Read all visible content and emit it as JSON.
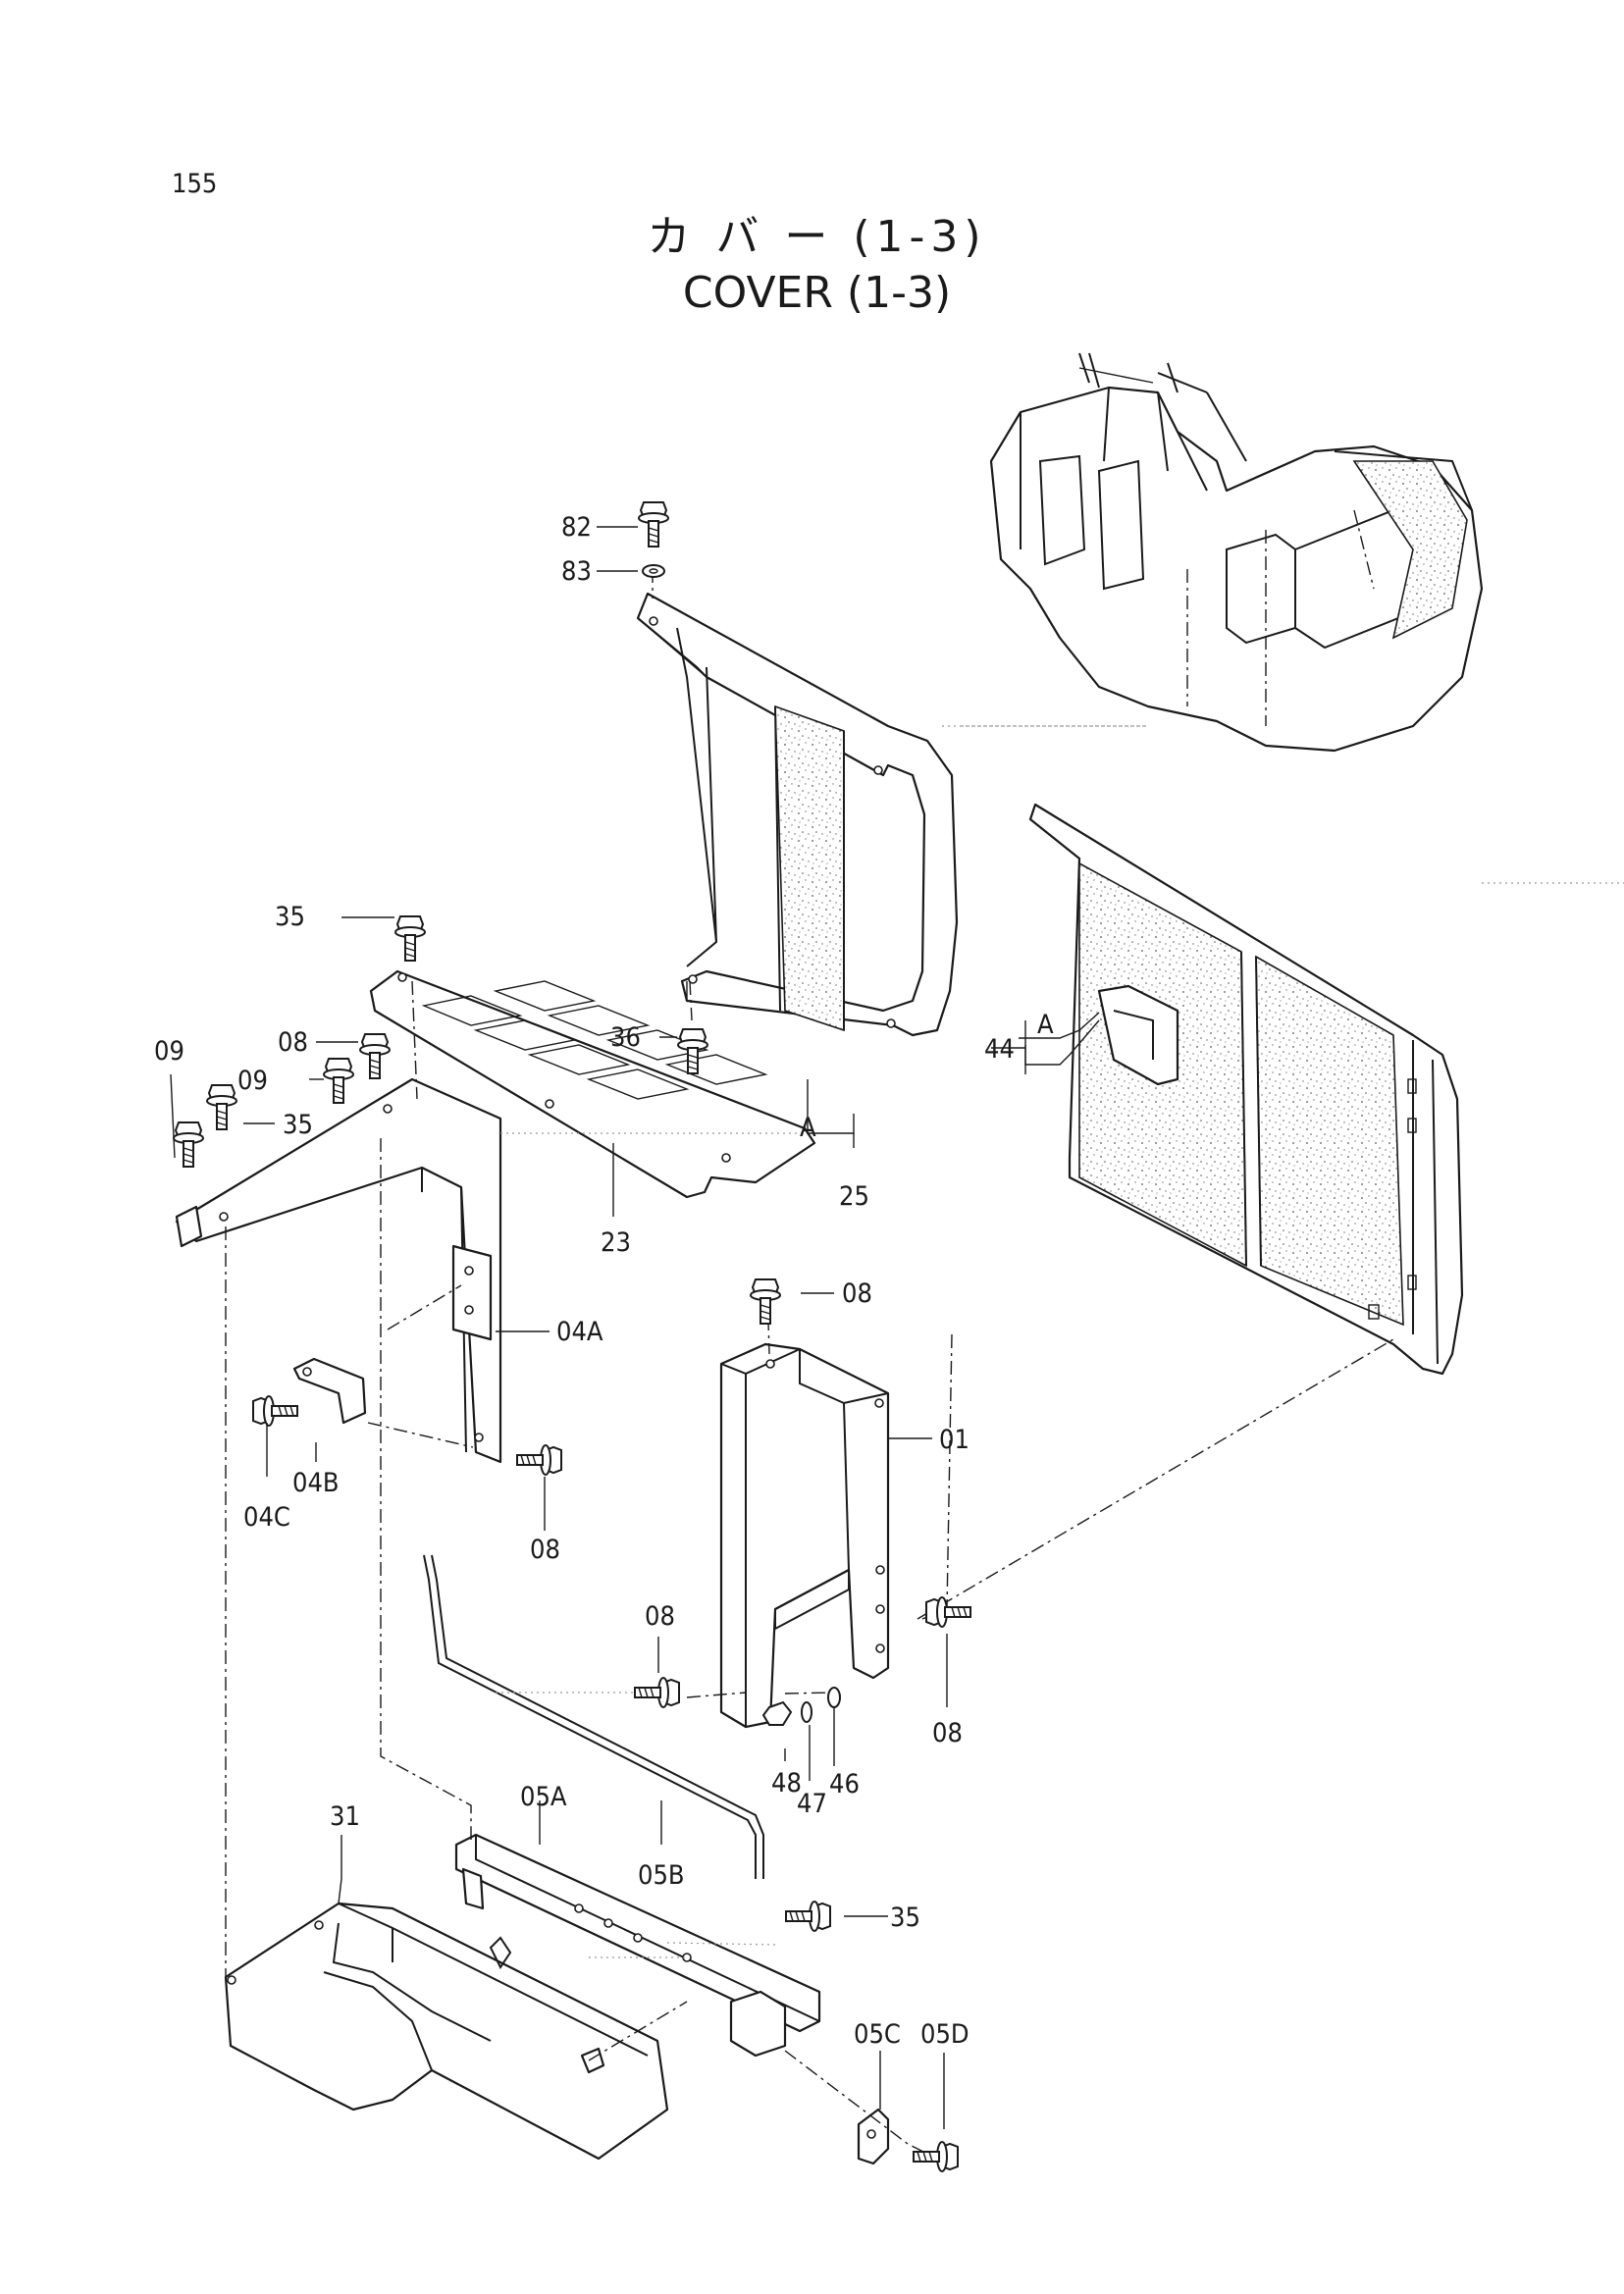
{
  "page": {
    "number": "155",
    "title_jp": "カ バ ー  (1-3)",
    "title_en": "COVER (1-3)"
  },
  "callouts": {
    "c82": "82",
    "c83": "83",
    "c35a": "35",
    "c36": "36",
    "c09a": "09",
    "c08a": "08",
    "c09b": "09",
    "c35b": "35",
    "cA1": "A",
    "c25": "25",
    "c23": "23",
    "c44": "44",
    "cA2": "A",
    "c04A": "04A",
    "c08b": "08",
    "c01": "01",
    "c04B": "04B",
    "c04C": "04C",
    "c08c": "08",
    "c08d": "08",
    "c08e": "08",
    "c48": "48",
    "c47": "47",
    "c46": "46",
    "c31": "31",
    "c05A": "05A",
    "c05B": "05B",
    "c35c": "35",
    "c05C": "05C",
    "c05D": "05D"
  },
  "icons": {
    "bolt": "hex-flange-bolt-icon",
    "washer": "washer-icon",
    "nut": "hex-nut-icon"
  }
}
